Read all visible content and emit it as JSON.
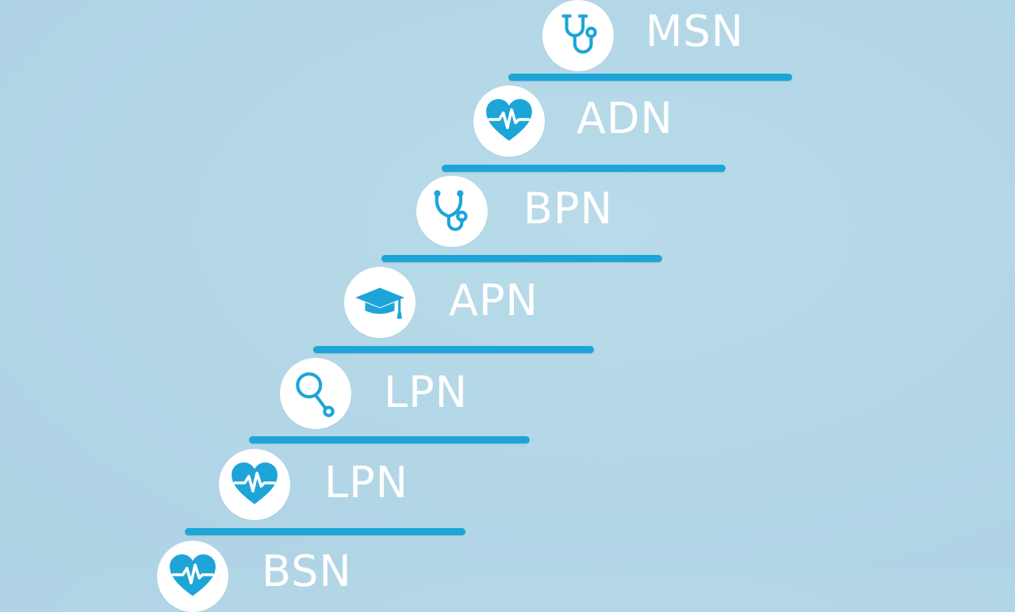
{
  "accent_color": "#1da5d8",
  "background_color": "#b2d6e6",
  "steps": [
    {
      "label": "MSN",
      "icon": "stethoscope-icon"
    },
    {
      "label": "ADN",
      "icon": "heart-pulse-icon"
    },
    {
      "label": "BPN",
      "icon": "stethoscope-icon"
    },
    {
      "label": "APN",
      "icon": "graduation-cap-icon"
    },
    {
      "label": "LPN",
      "icon": "stethoscope-icon"
    },
    {
      "label": "LPN",
      "icon": "heart-pulse-icon"
    },
    {
      "label": "BSN",
      "icon": "heart-pulse-icon"
    }
  ]
}
